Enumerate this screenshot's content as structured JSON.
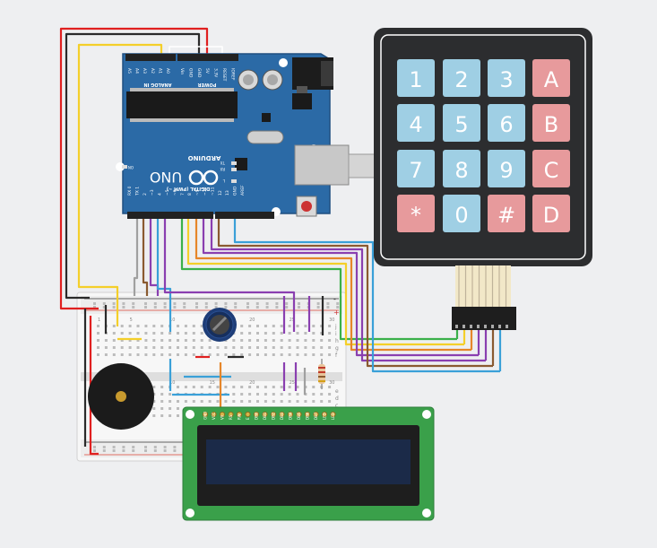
{
  "arduino": {
    "brand": "ARDUINO",
    "model": "UNO",
    "analog_label": "ANALOG IN",
    "power_label": "POWER",
    "digital_label": "DIGITAL (PWM ~)",
    "analog_pins": [
      "A5",
      "A4",
      "A3",
      "A2",
      "A1",
      "A0"
    ],
    "power_pins": [
      "Vin",
      "GND",
      "GND",
      "5V",
      "3.3V",
      "RESET",
      "IOREF"
    ],
    "digital_pins": [
      "RX 0",
      "TX 1",
      "2",
      "~3",
      "4",
      "~5",
      "~6",
      "7",
      "8",
      "~9",
      "~10",
      "~11",
      "12",
      "13",
      "GND",
      "AREF"
    ],
    "led_labels": [
      "ON",
      "TX",
      "RX",
      "L"
    ]
  },
  "keypad": {
    "keys": [
      "1",
      "2",
      "3",
      "A",
      "4",
      "5",
      "6",
      "B",
      "7",
      "8",
      "9",
      "C",
      "*",
      "0",
      "#",
      "D"
    ]
  },
  "breadboard": {
    "row_letters": [
      "a",
      "b",
      "c",
      "d",
      "e",
      "f",
      "g",
      "h",
      "i",
      "j"
    ],
    "column_numbers": [
      "1",
      "5",
      "10",
      "15",
      "20",
      "25",
      "30"
    ],
    "rail_plus": "+",
    "rail_minus": "-"
  },
  "lcd": {
    "pin_labels": [
      "GND",
      "VCC",
      "V0",
      "RS",
      "RW",
      "E",
      "DB0",
      "DB1",
      "DB2",
      "DB3",
      "DB4",
      "DB5",
      "DB6",
      "DB7",
      "LED",
      "LED"
    ]
  },
  "colors": {
    "board_blue": "#2b6aa6",
    "key_blue": "#9fcfe4",
    "key_red": "#e79a9c",
    "keypad_body": "#2c2d2f",
    "lcd_green": "#3aa04a",
    "lcd_screen": "#1b2a48",
    "wire_red": "#e02020",
    "wire_black": "#2a2a2a",
    "wire_yellow": "#f4cf2a",
    "wire_grey": "#a0a0a0",
    "wire_purple": "#8a3fb0",
    "wire_blue": "#3aa0d8",
    "wire_green": "#3ab04a",
    "wire_orange": "#e6862a",
    "wire_brown": "#8a5a30"
  }
}
